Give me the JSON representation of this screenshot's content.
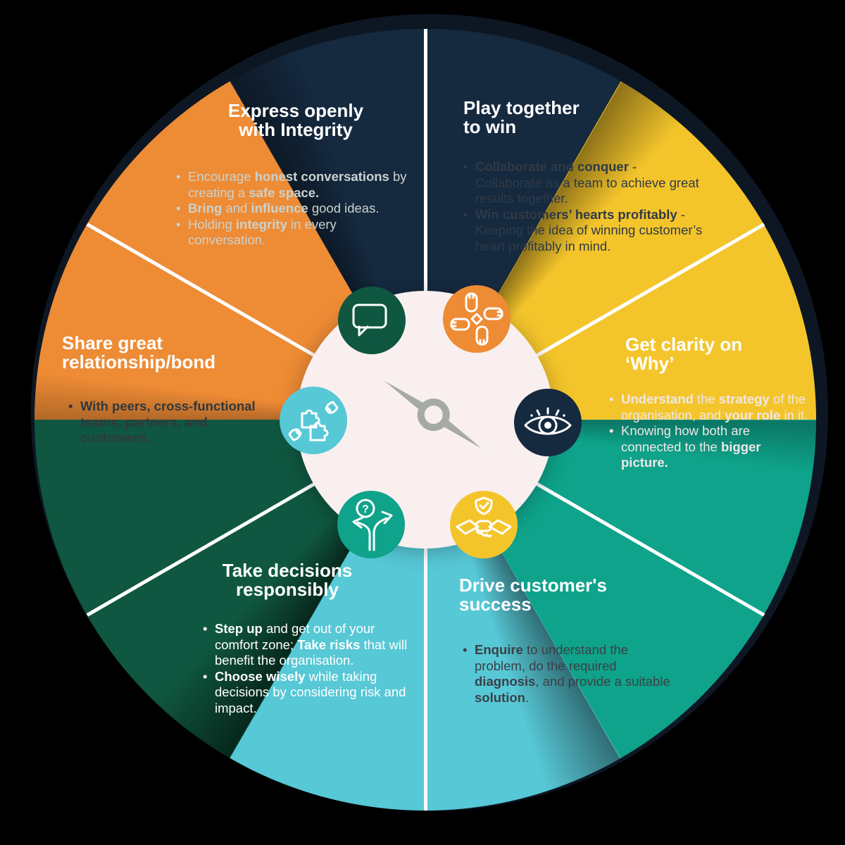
{
  "background_color": "#000000",
  "wheel": {
    "divider_color": "#FFFFFF",
    "center_circle_color": "#F9EFEF",
    "compass_needle_color": "#A5ABA4",
    "compass_icon": "compass-needle-icon"
  },
  "segments": [
    {
      "id": "play-together",
      "color": "#EE8B35",
      "title": "Play together\nto win",
      "title_color": "#FFFFFF",
      "text_color": "#2F3A46",
      "icon": "team-hands-icon",
      "bullets": [
        [
          {
            "text": "Collaborate and conquer",
            "bold": true
          },
          {
            "text": " - Collaborate as a team to achieve great results together.",
            "bold": false
          }
        ],
        [
          {
            "text": "Win customers’ hearts profitably",
            "bold": true
          },
          {
            "text": " - Keeping the idea of winning customer’s heart profitably in mind.",
            "bold": false
          }
        ]
      ]
    },
    {
      "id": "get-clarity",
      "color": "#15293F",
      "title": "Get clarity on\n‘Why’",
      "title_color": "#FFFFFF",
      "text_color": "#F0E7E8",
      "icon": "eye-icon",
      "bullets": [
        [
          {
            "text": "Understand",
            "bold": true
          },
          {
            "text": " the ",
            "bold": false
          },
          {
            "text": "strategy",
            "bold": true
          },
          {
            "text": " of the organisation, and ",
            "bold": false
          },
          {
            "text": "your role",
            "bold": true
          },
          {
            "text": " in it.",
            "bold": false
          }
        ],
        [
          {
            "text": "Knowing how both are connected to the ",
            "bold": false
          },
          {
            "text": "bigger picture.",
            "bold": true
          }
        ]
      ]
    },
    {
      "id": "drive-success",
      "color": "#F4C52B",
      "title": "Drive customer's\nsuccess",
      "title_color": "#FFFFFF",
      "text_color": "#3C4046",
      "icon": "handshake-shield-icon",
      "bullets": [
        [
          {
            "text": "Enquire",
            "bold": true
          },
          {
            "text": " to understand the problem, do the required ",
            "bold": false
          },
          {
            "text": "diagnosis",
            "bold": true
          },
          {
            "text": ", and provide a suitable ",
            "bold": false
          },
          {
            "text": "solution",
            "bold": true
          },
          {
            "text": ".",
            "bold": false
          }
        ]
      ]
    },
    {
      "id": "take-decisions",
      "color": "#0EA38A",
      "title": "Take decisions\nresponsibly",
      "title_color": "#FFFFFF",
      "text_color": "#FFFFFF",
      "icon": "decision-paths-icon",
      "bullets": [
        [
          {
            "text": "Step up",
            "bold": true
          },
          {
            "text": " and get out of your comfort zone; ",
            "bold": false
          },
          {
            "text": "Take risks",
            "bold": true
          },
          {
            "text": " that will benefit the organisation.",
            "bold": false
          }
        ],
        [
          {
            "text": "Choose wisely",
            "bold": true
          },
          {
            "text": " while taking decisions by considering risk and impact.",
            "bold": false
          }
        ]
      ]
    },
    {
      "id": "share-relationship",
      "color": "#57C8D6",
      "title": "Share great\nrelationship/bond",
      "title_color": "#FFFFFF",
      "text_color": "#30383E",
      "icon": "puzzle-hands-icon",
      "bullets": [
        [
          {
            "text": "With peers, cross-functional teams, partners, and customers.",
            "bold": true
          }
        ]
      ]
    },
    {
      "id": "express-openly",
      "color": "#0F5740",
      "title": "Express openly\nwith Integrity",
      "title_color": "#FFFFFF",
      "text_color": "#CAD2CD",
      "icon": "speech-bubble-icon",
      "bullets": [
        [
          {
            "text": "Encourage ",
            "bold": false
          },
          {
            "text": "honest conversations",
            "bold": true
          },
          {
            "text": " by creating a ",
            "bold": false
          },
          {
            "text": "safe space.",
            "bold": true
          }
        ],
        [
          {
            "text": "Bring",
            "bold": true
          },
          {
            "text": " and ",
            "bold": false
          },
          {
            "text": "influence",
            "bold": true
          },
          {
            "text": " good ideas.",
            "bold": false
          }
        ],
        [
          {
            "text": "Holding ",
            "bold": false
          },
          {
            "text": "integrity",
            "bold": true
          },
          {
            "text": " in every conversation.",
            "bold": false
          }
        ]
      ]
    }
  ]
}
